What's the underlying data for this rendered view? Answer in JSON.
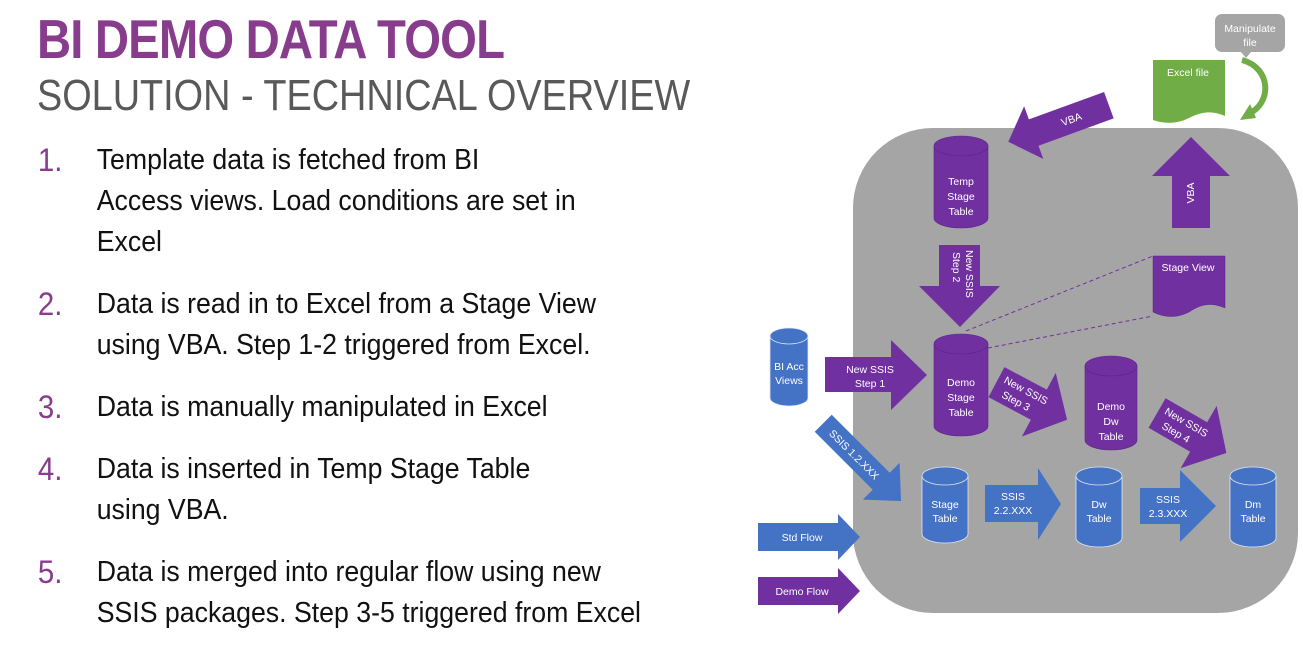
{
  "header": {
    "title": "BI DEMO DATA TOOL",
    "subtitle": "SOLUTION - TECHNICAL OVERVIEW"
  },
  "steps": [
    {
      "number": "1.",
      "lines": [
        "Template data is fetched from BI",
        "Access views. Load conditions are set in",
        "Excel"
      ]
    },
    {
      "number": "2.",
      "lines": [
        "Data is read in to Excel from a Stage View",
        "using VBA. Step 1-2 triggered from Excel."
      ]
    },
    {
      "number": "3.",
      "lines": [
        "Data is manually manipulated in Excel"
      ]
    },
    {
      "number": "4.",
      "lines": [
        "Data is inserted in Temp Stage Table",
        "using VBA."
      ]
    },
    {
      "number": "5.",
      "lines": [
        "Data is merged into regular flow using new",
        "SSIS packages. Step 3-5 triggered from Excel"
      ]
    }
  ],
  "colors": {
    "accent_purple": "#883d8c",
    "demo_purple": "#7030a0",
    "std_blue": "#4472c4",
    "excel_green": "#70ad47",
    "container_gray": "#a5a5a5",
    "callout_gray": "#a5a5a5",
    "subtitle_gray": "#595959"
  },
  "diagram": {
    "callout": {
      "lines": [
        "Manipulate",
        "file"
      ]
    },
    "excel_file": {
      "label": "Excel file"
    },
    "vba_arrow_in": {
      "label": "VBA"
    },
    "vba_arrow_up": {
      "label": "VBA"
    },
    "temp_stage_table": {
      "lines": [
        "Temp",
        "Stage",
        "Table"
      ]
    },
    "new_ssis_step2": {
      "lines": [
        "New SSIS",
        "Step 2"
      ]
    },
    "stage_view": {
      "label": "Stage View"
    },
    "bi_acc_views": {
      "lines": [
        "BI Acc",
        "Views"
      ]
    },
    "new_ssis_step1": {
      "lines": [
        "New SSIS",
        "Step 1"
      ]
    },
    "demo_stage_table": {
      "lines": [
        "Demo",
        "Stage",
        "Table"
      ]
    },
    "new_ssis_step3": {
      "lines": [
        "New SSIS",
        "Step 3"
      ]
    },
    "demo_dw_table": {
      "lines": [
        "Demo",
        "Dw",
        "Table"
      ]
    },
    "new_ssis_step4": {
      "lines": [
        "New SSIS",
        "Step 4"
      ]
    },
    "ssis_1_2": {
      "label": "SSIS 1.2.XXX"
    },
    "stage_table": {
      "lines": [
        "Stage",
        "Table"
      ]
    },
    "ssis_2_2": {
      "lines": [
        "SSIS",
        "2.2.XXX"
      ]
    },
    "dw_table": {
      "lines": [
        "Dw",
        "Table"
      ]
    },
    "ssis_2_3": {
      "lines": [
        "SSIS",
        "2.3.XXX"
      ]
    },
    "dm_table": {
      "lines": [
        "Dm",
        "Table"
      ]
    },
    "legend": {
      "std_flow": "Std Flow",
      "demo_flow": "Demo Flow"
    }
  }
}
